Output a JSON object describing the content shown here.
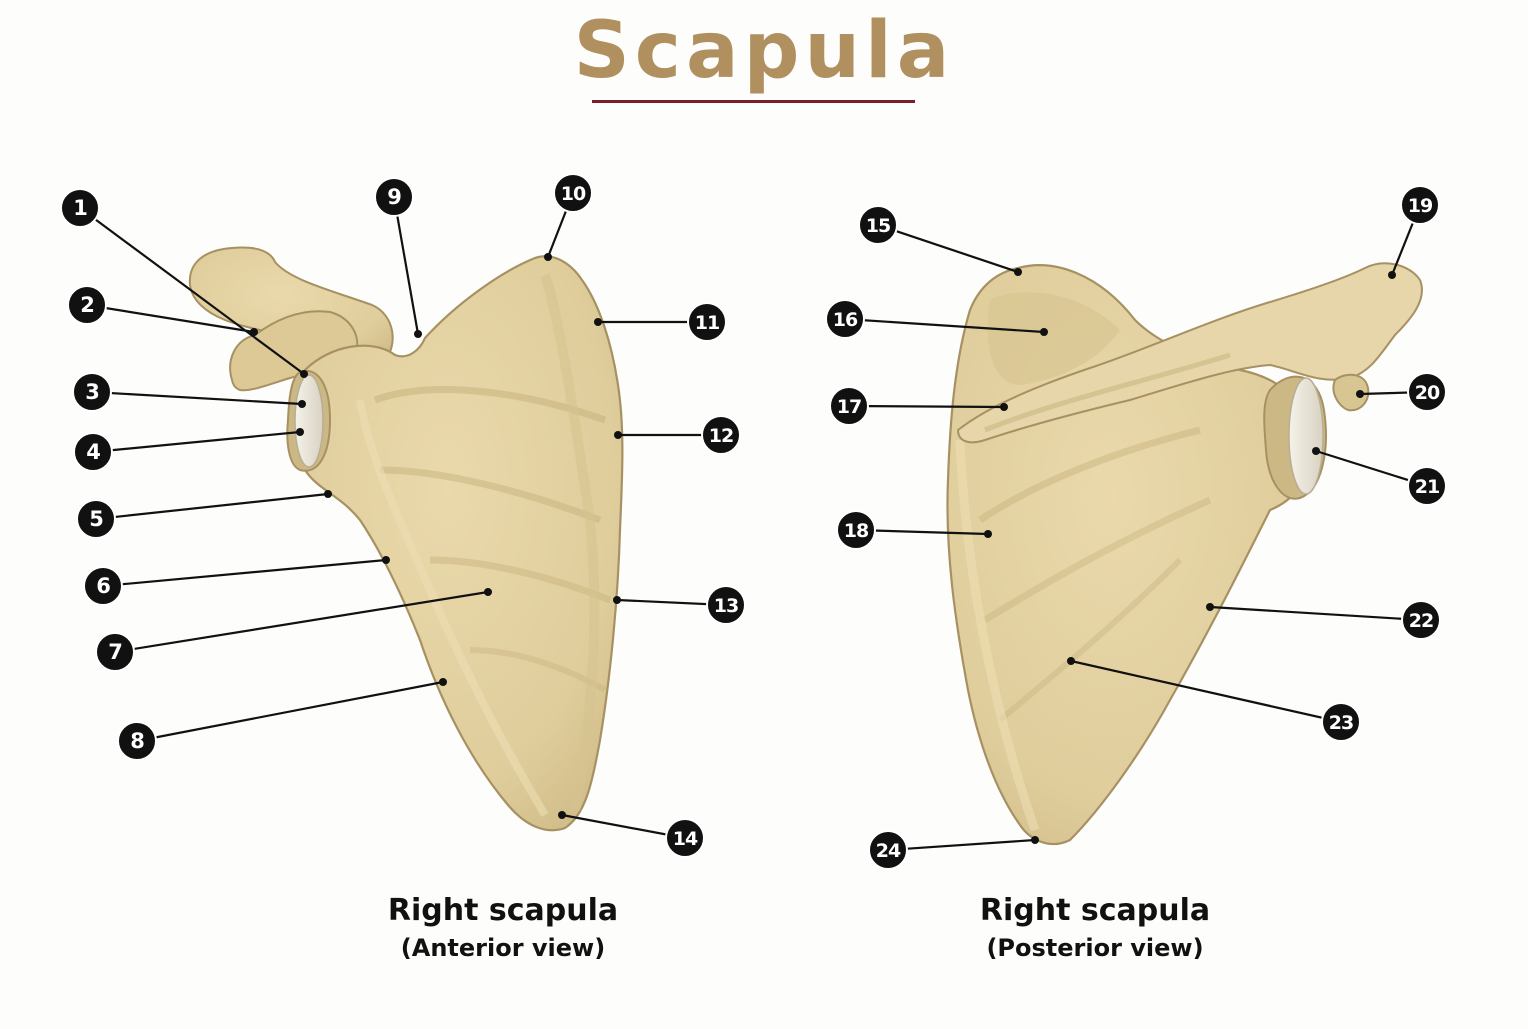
{
  "title": "Scapula",
  "views": [
    {
      "name": "Right scapula",
      "view": "(Anterior view)"
    },
    {
      "name": "Right scapula",
      "view": "(Posterior view)"
    }
  ],
  "labels": [
    "1",
    "2",
    "3",
    "4",
    "5",
    "6",
    "7",
    "8",
    "9",
    "10",
    "11",
    "12",
    "13",
    "14",
    "15",
    "16",
    "17",
    "18",
    "19",
    "20",
    "21",
    "22",
    "23",
    "24"
  ],
  "colors": {
    "title": "#b0905f",
    "rule": "#7a1f2e",
    "bone": "#e3d4a6",
    "bone_shadow": "#c6b27d",
    "bone_edge": "#a79163",
    "glenoid": "#e8e4d8",
    "marker": "#111111"
  }
}
